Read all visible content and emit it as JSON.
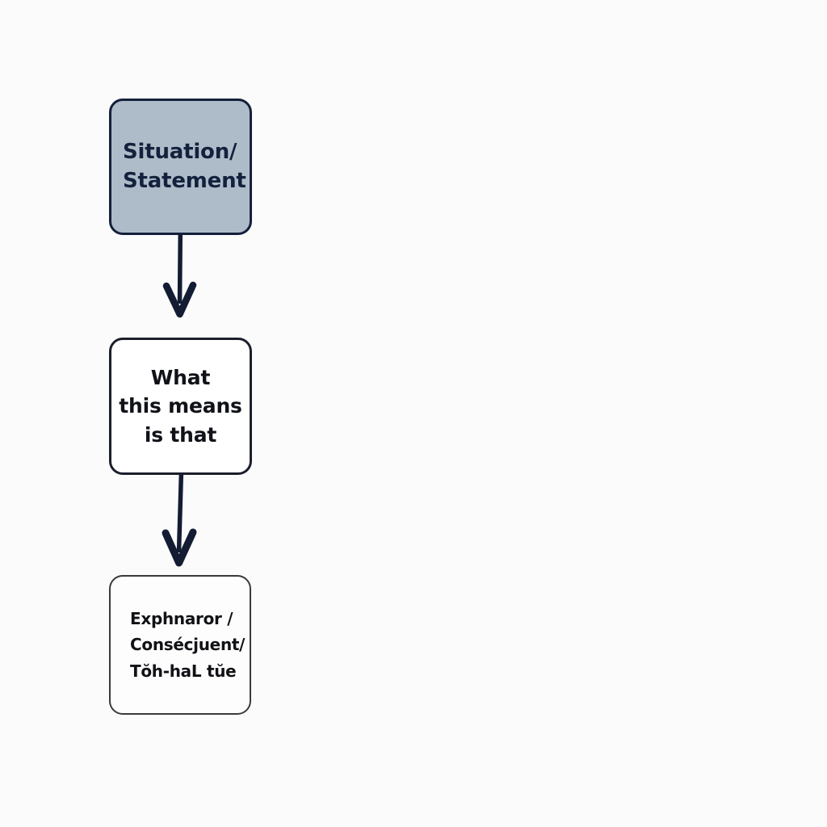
{
  "diagram": {
    "type": "flowchart",
    "orientation": "vertical",
    "title": "",
    "background_color": "#fbfbfc",
    "accent_color": "#14213d",
    "nodes": [
      {
        "id": "situation",
        "name": "situation-statement-node",
        "shape": "rounded-rectangle",
        "fill_color": "#aebcc9",
        "border_color": "#14203a",
        "text_color": "#14213d",
        "lines": [
          "Situation/",
          "Statement"
        ],
        "line1": "Situation/",
        "line2": "Statement"
      },
      {
        "id": "meaning",
        "name": "meaning-node",
        "shape": "rounded-rectangle",
        "fill_color": "#ffffff",
        "border_color": "#1b1f2c",
        "text_color": "#101218",
        "lines": [
          "What",
          "this means",
          "is that"
        ],
        "line1": "What",
        "line2": "this means",
        "line3": "is that"
      },
      {
        "id": "explanation",
        "name": "explanation-consequence-node",
        "shape": "rounded-rectangle",
        "fill_color": "#fdfdfd",
        "border_color": "#3a3a3e",
        "text_color": "#111216",
        "lines": [
          "Exphnaror /",
          "Consécjuent/",
          "Tŏh-haL tŭe"
        ],
        "line1": "Exphnaror /",
        "line2": "Consécjuent/",
        "line3": "Tŏh-haL tŭe"
      }
    ],
    "connectors": [
      {
        "id": "arrow-1",
        "name": "arrow-situation-to-meaning",
        "from": "situation",
        "to": "meaning",
        "direction": "down",
        "color": "#141c33",
        "head": "chevron"
      },
      {
        "id": "arrow-2",
        "name": "arrow-meaning-to-explanation",
        "from": "meaning",
        "to": "explanation",
        "direction": "down",
        "color": "#141c33",
        "head": "chevron"
      }
    ]
  }
}
